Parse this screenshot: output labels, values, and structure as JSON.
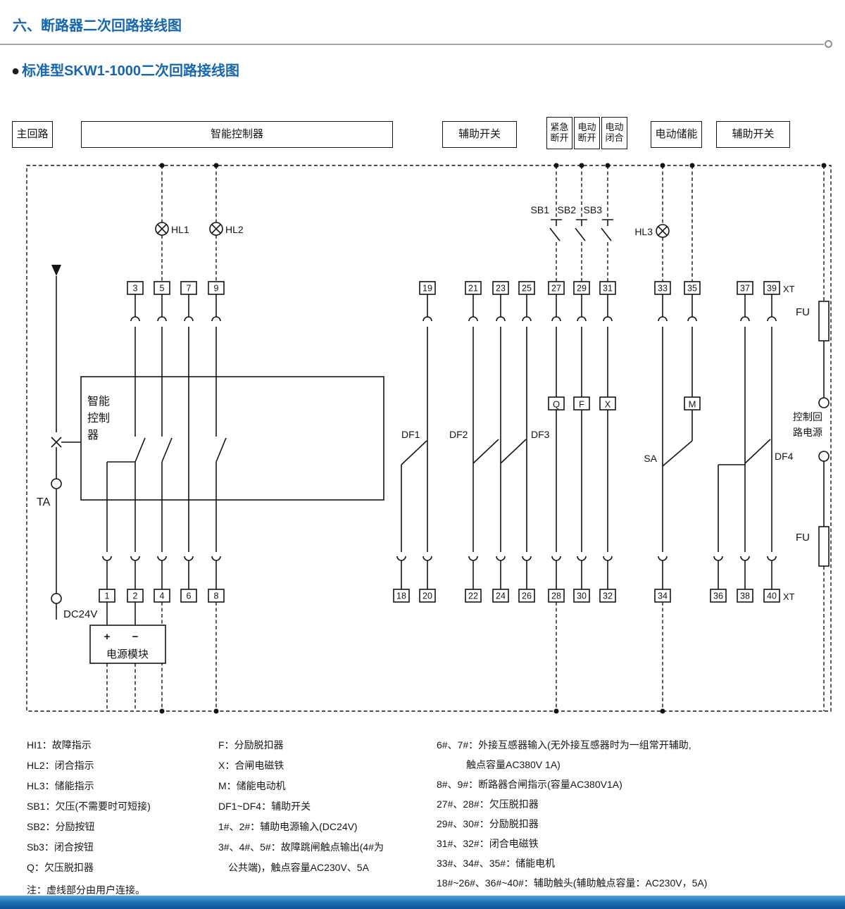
{
  "header": {
    "title": "六、断路器二次回路接线图",
    "bullet": "●",
    "subtitle": "标准型SKW1-1000二次回路接线图"
  },
  "top_boxes": {
    "main_circuit": "主回路",
    "controller": "智能控制器",
    "aux_switch_left": "辅助开关",
    "emergency_open_1": "紧急",
    "emergency_open_2": "断开",
    "electric_open_1": "电动",
    "electric_open_2": "断开",
    "electric_close_1": "电动",
    "electric_close_2": "闭合",
    "motor_storage": "电动储能",
    "aux_switch_right": "辅助开关"
  },
  "diagram": {
    "controller_label_1": "智能",
    "controller_label_2": "控制",
    "controller_label_3": "器",
    "lamps": {
      "hl1": "HL1",
      "hl2": "HL2",
      "hl3": "HL3"
    },
    "buttons": {
      "sb1": "SB1",
      "sb2": "SB2",
      "sb3": "SB3"
    },
    "devices": {
      "q": "Q",
      "f": "F",
      "x": "X",
      "m": "M"
    },
    "switches": {
      "df1": "DF1",
      "df2": "DF2",
      "df3": "DF3",
      "df4": "DF4",
      "sa": "SA"
    },
    "ta": "TA",
    "dc24v": "DC24V",
    "power_module": "电源模块",
    "plus": "+",
    "minus": "−",
    "fu_top": "FU",
    "fu_bottom": "FU",
    "xt_top": "XT",
    "xt_bottom": "XT",
    "control_power_1": "控制回",
    "control_power_2": "路电源",
    "terminals_top": [
      "3",
      "5",
      "7",
      "9",
      "19",
      "21",
      "23",
      "25",
      "27",
      "29",
      "31",
      "33",
      "35",
      "37",
      "39"
    ],
    "terminals_bottom": [
      "1",
      "2",
      "4",
      "6",
      "8",
      "18",
      "20",
      "22",
      "24",
      "26",
      "28",
      "30",
      "32",
      "34",
      "36",
      "38",
      "40"
    ]
  },
  "legend": {
    "col1": [
      "HI1：故障指示",
      "HL2：闭合指示",
      "HL3：储能指示",
      "SB1：欠压(不需要时可短接)",
      "SB2：分励按钮",
      "Sb3：闭合按钮",
      "Q：欠压脱扣器"
    ],
    "col2": [
      "F：分励脱扣器",
      "X：合闸电磁铁",
      "M：储能电动机",
      "DF1~DF4：辅助开关",
      "1#、2#：辅助电源输入(DC24V)",
      "3#、4#、5#：故障跳闸触点输出(4#为",
      "　公共端)，触点容量AC230V、5A"
    ],
    "col3": [
      "6#、7#：外接互感器输入(无外接互感器时为一组常开辅助,",
      "　　　触点容量AC380V 1A)",
      "8#、9#：断路器合闸指示(容量AC380V1A)",
      "27#、28#：欠压脱扣器",
      "29#、30#：分励脱扣器",
      "31#、32#：闭合电磁铁",
      "33#、34#、35#：储能电机",
      "18#~26#、36#~40#：辅助触头(辅助触点容量：AC230V，5A)"
    ],
    "note": "注：虚线部分由用户连接。"
  }
}
